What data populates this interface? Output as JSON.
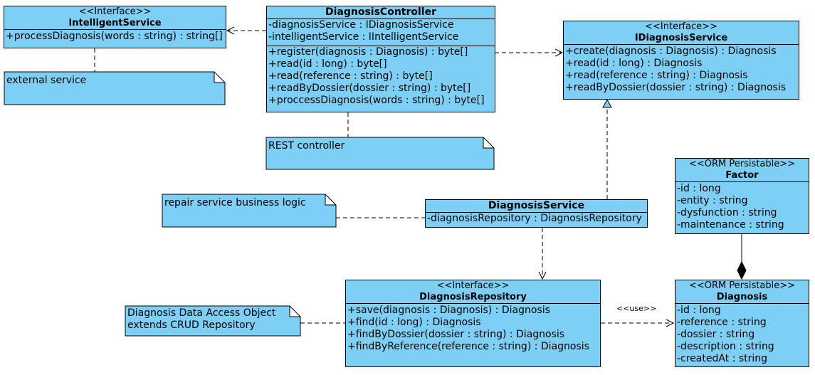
{
  "classes": {
    "intelligent_service": {
      "stereotype": "<<Interface>>",
      "name": "IntelligentService",
      "attributes": [],
      "operations": [
        "+processDiagnosis(words : string) : string[]"
      ]
    },
    "diagnosis_controller": {
      "stereotype": "",
      "name": "DiagnosisController",
      "attributes": [
        "-diagnosisService : IDiagnosisService",
        "-intelligentService : IIntelligentService"
      ],
      "operations": [
        "+register(diagnosis : Diagnosis) : byte[]",
        "+read(id : long) : byte[]",
        "+read(reference : string) : byte[]",
        "+readByDossier(dossier : string) : byte[]",
        "+proccessDiagnosis(words : string) : byte[]"
      ]
    },
    "idiagnosis_service": {
      "stereotype": "<<Interface>>",
      "name": "IDiagnosisService",
      "attributes": [],
      "operations": [
        "+create(diagnosis : Diagnosis) : Diagnosis",
        "+read(id : long) : Diagnosis",
        "+read(reference : string) : Diagnosis",
        "+readByDossier(dossier : string) : Diagnosis"
      ]
    },
    "factor": {
      "stereotype": "<<ORM Persistable>>",
      "name": "Factor",
      "attributes": [
        "-id : long",
        "-entity : string",
        "-dysfunction : string",
        "-maintenance : string"
      ],
      "operations": []
    },
    "diagnosis_service": {
      "stereotype": "",
      "name": "DiagnosisService",
      "attributes": [
        "-diagnosisRepository : DiagnosisRepository"
      ],
      "operations": []
    },
    "diagnosis_repository": {
      "stereotype": "<<Interface>>",
      "name": "DiagnosisRepository",
      "attributes": [],
      "operations": [
        "+save(diagnosis : Diagnosis) : Diagnosis",
        "+find(id : long) : Diagnosis",
        "+findByDossier(dossier : string) : Diagnosis",
        "+findByReference(reference : string) : Diagnosis"
      ]
    },
    "diagnosis": {
      "stereotype": "<<ORM Persistable>>",
      "name": "Diagnosis",
      "attributes": [
        "-id : long",
        "-reference : string",
        "-dossier : string",
        "-description : string",
        "-createdAt : string"
      ],
      "operations": []
    }
  },
  "notes": {
    "external_service": [
      "external service"
    ],
    "rest_controller": [
      "REST controller"
    ],
    "business_logic": [
      "repair service business logic"
    ],
    "dao": [
      "Diagnosis Data Access Object",
      "extends CRUD Repository"
    ]
  },
  "edge_labels": {
    "use": "<<use>>"
  },
  "colors": {
    "fill": "#7ecff5",
    "stroke": "#000000"
  }
}
